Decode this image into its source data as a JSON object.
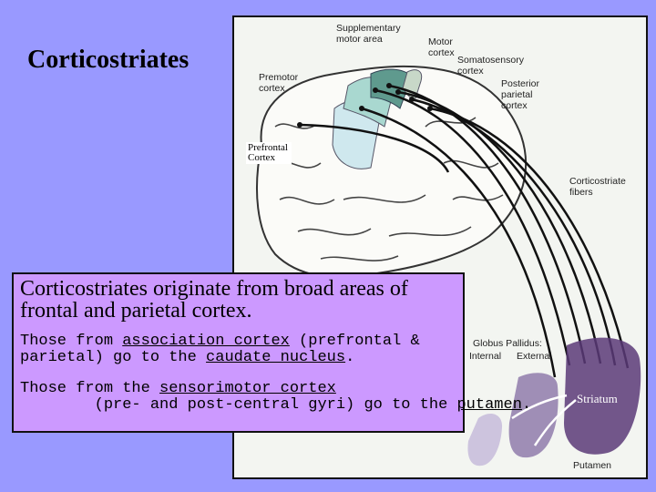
{
  "slide": {
    "title": "Corticostriates",
    "background": "#9999ff"
  },
  "figure": {
    "labels": {
      "supplementary_motor": [
        "Supplementary",
        "motor area"
      ],
      "motor_cortex": [
        "Motor",
        "cortex"
      ],
      "somatosensory": [
        "Somatosensory",
        "cortex"
      ],
      "premotor": [
        "Premotor",
        "cortex"
      ],
      "posterior_parietal": [
        "Posterior",
        "parietal",
        "cortex"
      ],
      "prefrontal": [
        "Prefrontal",
        "Cortex"
      ],
      "corticostriate_fibers": [
        "Corticostriate",
        "fibers"
      ],
      "globus_pallidus": "Globus Pallidus:",
      "internal": "Internal",
      "external": "External",
      "putamen": "Putamen",
      "striatum": "Striatum"
    },
    "colors": {
      "motor_area": "#5f9a8e",
      "premotor_area": "#a9d8d0",
      "prefrontal_area": "#cfe8ee",
      "striatum": "#5a3a78",
      "globus_external": "#8a74a8",
      "globus_internal": "#c9bfdc"
    }
  },
  "textbox": {
    "heading": "Corticostriates originate from broad areas of frontal and parietal cortex.",
    "p1": {
      "before": "Those from ",
      "link1": "association cortex",
      "middle": " (prefrontal & parietal) go to the ",
      "link2": "caudate nucleus",
      "after": "."
    },
    "p2": {
      "before": "Those from the ",
      "link1": "sensorimotor cortex",
      "middle": "        (pre- and post-central gyri) go to the ",
      "link2": "putamen",
      "after": "."
    },
    "background": "#cc99ff"
  }
}
